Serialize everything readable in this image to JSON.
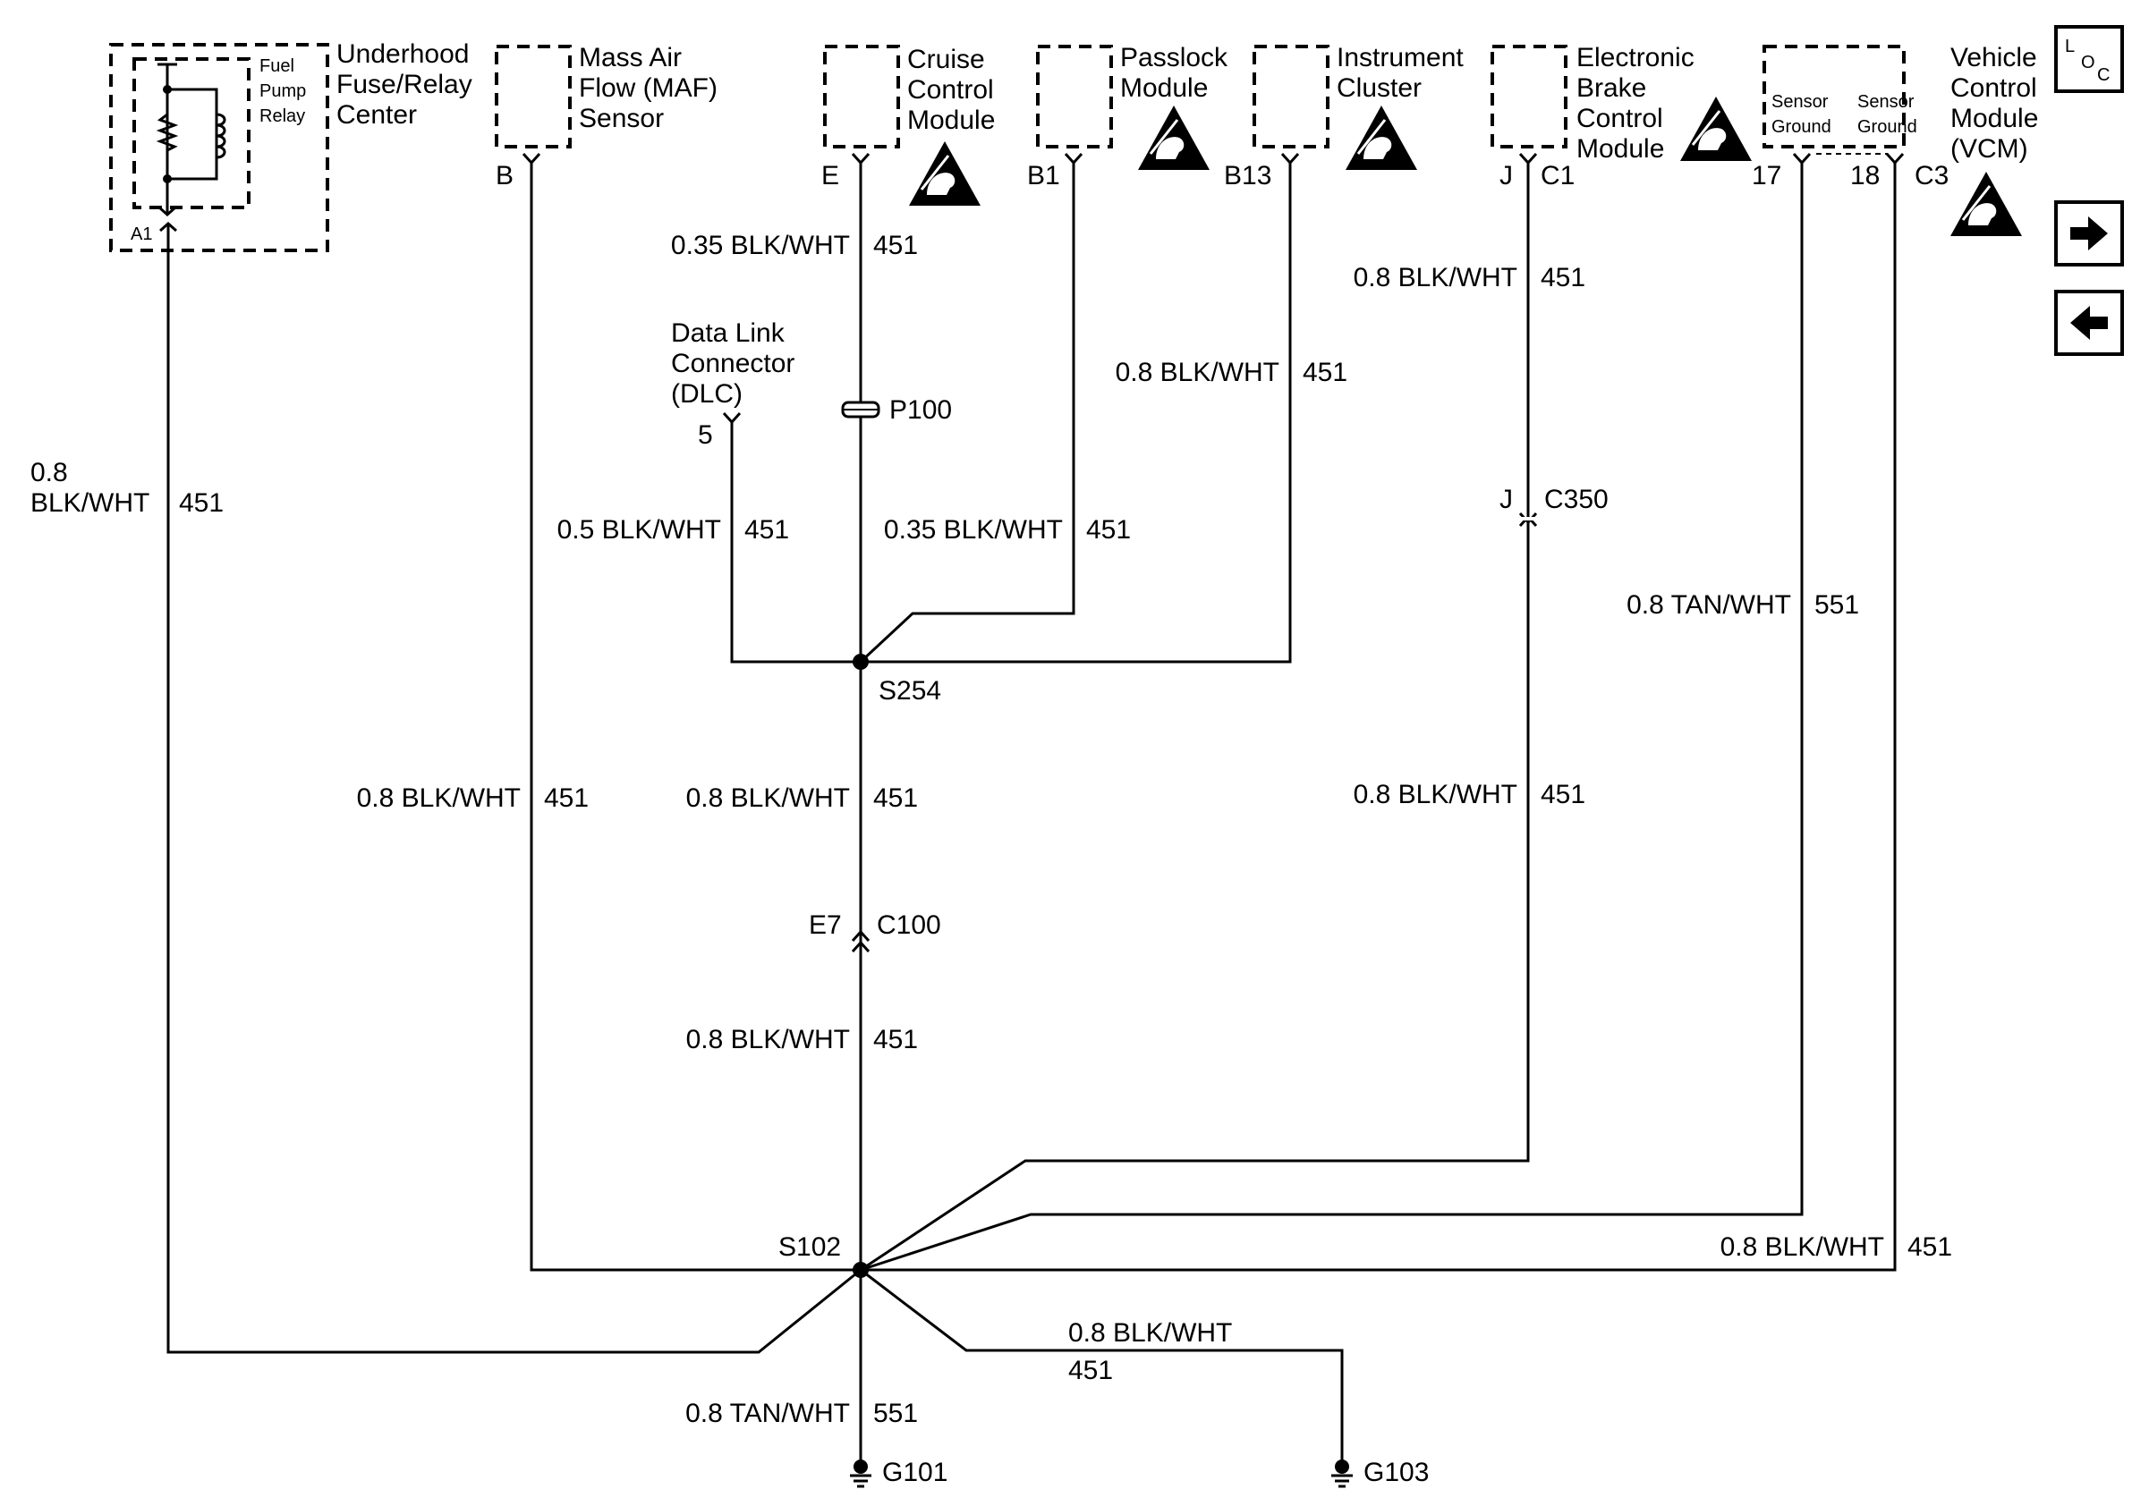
{
  "components": {
    "fuse_relay": {
      "l1": "Underhood",
      "l2": "Fuse/Relay",
      "l3": "Center",
      "r1": "Fuel",
      "r2": "Pump",
      "r3": "Relay",
      "pin": "A1"
    },
    "maf": {
      "l1": "Mass Air",
      "l2": "Flow (MAF)",
      "l3": "Sensor",
      "pin": "B"
    },
    "cruise": {
      "l1": "Cruise",
      "l2": "Control",
      "l3": "Module",
      "pin": "E"
    },
    "passlock": {
      "l1": "Passlock",
      "l2": "Module",
      "pin": "B1"
    },
    "cluster": {
      "l1": "Instrument",
      "l2": "Cluster",
      "pin": "B13"
    },
    "ebcm": {
      "l1": "Electronic",
      "l2": "Brake",
      "l3": "Control",
      "l4": "Module",
      "pin": "J",
      "conn": "C1"
    },
    "vcm": {
      "l1": "Vehicle",
      "l2": "Control",
      "l3": "Module",
      "l4": "(VCM)",
      "sg1a": "Sensor",
      "sg1b": "Ground",
      "sg2a": "Sensor",
      "sg2b": "Ground",
      "pin17": "17",
      "pin18": "18",
      "conn": "C3"
    },
    "dlc": {
      "l1": "Data Link",
      "l2": "Connector",
      "l3": "(DLC)",
      "pin": "5"
    }
  },
  "wires": {
    "a1_size": "0.8",
    "a1_color": "BLK/WHT",
    "a1_circuit": "451",
    "maf_label": "0.8 BLK/WHT",
    "maf_circuit": "451",
    "cruise_label": "0.35 BLK/WHT",
    "cruise_circuit": "451",
    "dlc_label": "0.5 BLK/WHT",
    "dlc_circuit": "451",
    "passlock_label": "0.35 BLK/WHT",
    "passlock_circuit": "451",
    "cluster_label": "0.8 BLK/WHT",
    "cluster_circuit": "451",
    "ebcm_top_label": "0.8 BLK/WHT",
    "ebcm_top_circuit": "451",
    "ebcm_bottom_label": "0.8 BLK/WHT",
    "ebcm_bottom_circuit": "451",
    "vcm17_label": "0.8 TAN/WHT",
    "vcm17_circuit": "551",
    "vcm18_label": "0.8 BLK/WHT",
    "vcm18_circuit": "451",
    "s254_down_label": "0.8 BLK/WHT",
    "s254_down_circuit": "451",
    "c100_down_label": "0.8 BLK/WHT",
    "c100_down_circuit": "451",
    "g101_label": "0.8 TAN/WHT",
    "g101_circuit": "551",
    "g103_label": "0.8 BLK/WHT",
    "g103_circuit": "451"
  },
  "connectors": {
    "p100": "P100",
    "c350_pin": "J",
    "c350": "C350",
    "c100_pin": "E7",
    "c100": "C100"
  },
  "splices": {
    "s254": "S254",
    "s102": "S102"
  },
  "grounds": {
    "g101": "G101",
    "g103": "G103"
  },
  "nav": {
    "loc_l": "L",
    "loc_o": "O",
    "loc_c": "C",
    "next_icon": "arrow-right-icon",
    "prev_icon": "arrow-left-icon"
  },
  "icons": {
    "esd": "esd-warning-icon",
    "ground": "ground-symbol-icon"
  }
}
